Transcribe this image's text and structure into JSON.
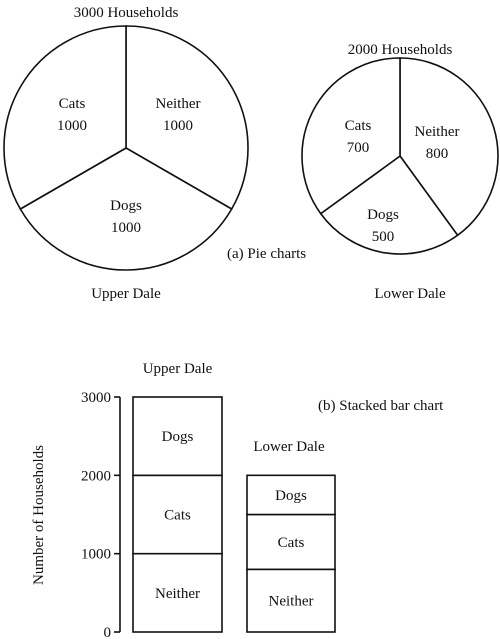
{
  "chart_data": [
    {
      "type": "pie",
      "panel": "(a) Pie charts",
      "title": "3000 Households",
      "xlabel": "Upper Dale",
      "total": 3000,
      "slices": [
        {
          "label": "Neither",
          "value": 1000
        },
        {
          "label": "Dogs",
          "value": 1000
        },
        {
          "label": "Cats",
          "value": 1000
        }
      ]
    },
    {
      "type": "pie",
      "panel": "(a) Pie charts",
      "title": "2000 Households",
      "xlabel": "Lower Dale",
      "total": 2000,
      "slices": [
        {
          "label": "Neither",
          "value": 800
        },
        {
          "label": "Dogs",
          "value": 500
        },
        {
          "label": "Cats",
          "value": 700
        }
      ]
    },
    {
      "type": "bar",
      "stacked": true,
      "panel": "(b) Stacked bar chart",
      "ylabel": "Number of Households",
      "ylim": [
        0,
        3000
      ],
      "yticks": [
        0,
        1000,
        2000,
        3000
      ],
      "categories": [
        "Upper Dale",
        "Lower Dale"
      ],
      "series": [
        {
          "name": "Neither",
          "values": [
            1000,
            800
          ]
        },
        {
          "name": "Cats",
          "values": [
            1000,
            700
          ]
        },
        {
          "name": "Dogs",
          "values": [
            1000,
            500
          ]
        }
      ]
    }
  ],
  "colors": {
    "stroke": "#111111",
    "fill": "#ffffff"
  }
}
